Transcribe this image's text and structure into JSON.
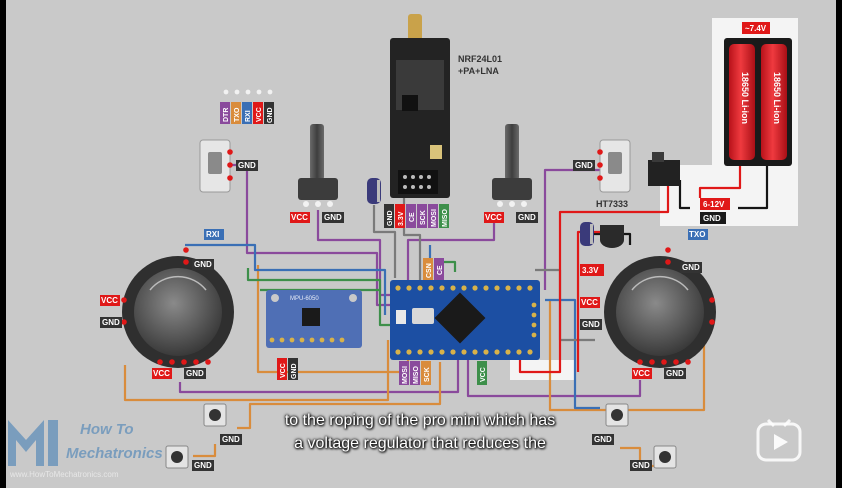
{
  "video": {
    "subtitle_line1": "to the roping of the pro mini which has",
    "subtitle_line2": "a voltage regulator that reduces the"
  },
  "watermark": {
    "line1": "How To",
    "line2": "Mechatronics",
    "url": "www.HowToMechatronics.com"
  },
  "labels": {
    "gnd": "GND",
    "vcc": "VCC",
    "rxi": "RXI",
    "txo": "TXO",
    "dtr": "DTR",
    "txo_pin": "TXO",
    "rxi_pin": "RXI",
    "v33": "3.3V",
    "ce": "CE",
    "csn": "CSN",
    "sck": "SCK",
    "mosi": "MOSI",
    "miso": "MISO",
    "mpu": "MPU-6050",
    "nrf_line1": "NRF24L01",
    "nrf_line2": "+PA+LNA",
    "ht": "HT7333",
    "batt_voltage": "~7.4V",
    "cell": "18650 Li-ion",
    "supply": "6-12V"
  },
  "colors": {
    "background": "#c9c9c9",
    "wire_red": "#e01818",
    "wire_black": "#151515",
    "wire_purple": "#8a4a9c",
    "wire_orange": "#d98c3c",
    "wire_green": "#3d8f4a",
    "wire_blue": "#3a6fb5"
  }
}
